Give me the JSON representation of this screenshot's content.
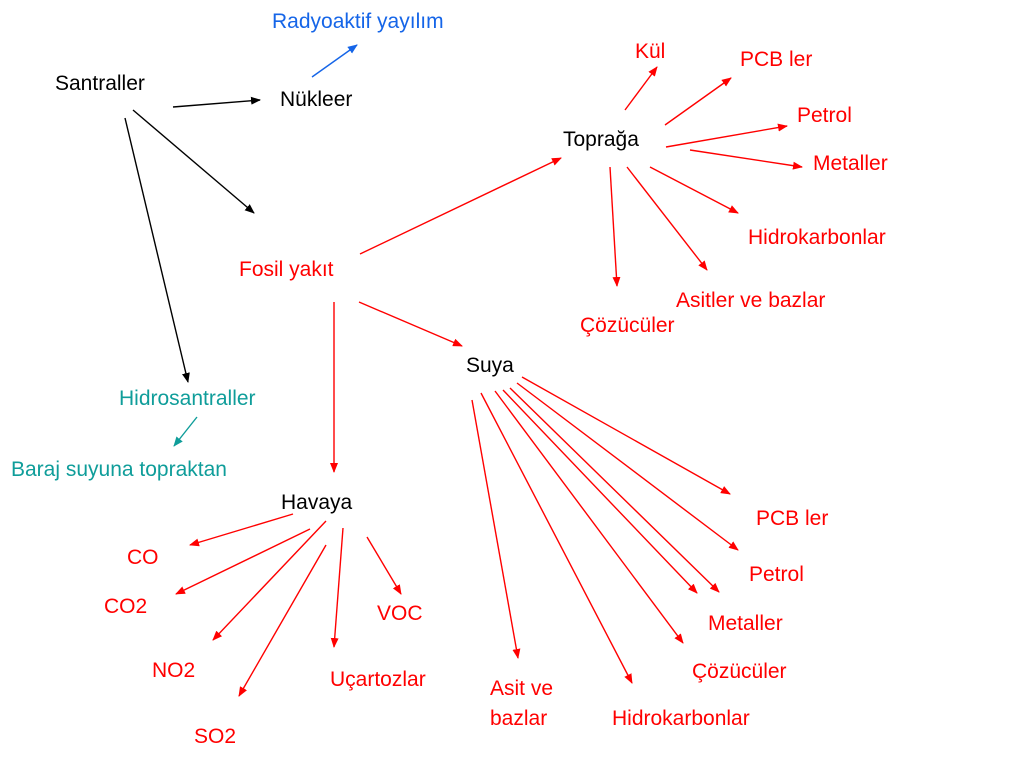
{
  "nodes": {
    "santraller": "Santraller",
    "nukleer": "Nükleer",
    "radyoaktif": "Radyoaktif yayılım",
    "fosil": "Fosil yakıt",
    "hidrosantraller": "Hidrosantraller",
    "baraj": "Baraj suyuna topraktan",
    "topraga": "Toprağa",
    "suya": "Suya",
    "havaya": "Havaya"
  },
  "topraga_items": {
    "kul": "Kül",
    "pcb": "PCB ler",
    "petrol": "Petrol",
    "metaller": "Metaller",
    "hidrokarbonlar": "Hidrokarbonlar",
    "asitler": "Asitler ve bazlar",
    "cozuculer": "Çözücüler"
  },
  "suya_items": {
    "pcb": "PCB ler",
    "petrol": "Petrol",
    "metaller": "Metaller",
    "cozuculer": "Çözücüler",
    "hidrokarbonlar": "Hidrokarbonlar",
    "asit_line1": "Asit ve",
    "asit_line2": "bazlar"
  },
  "havaya_items": {
    "co": "CO",
    "co2": "CO2",
    "no2": "NO2",
    "so2": "SO2",
    "ucartozlar": "Uçartozlar",
    "voc": "VOC"
  },
  "colors": {
    "black": "#000000",
    "red": "#ff0000",
    "blue": "#1565e8",
    "teal": "#0f9d9a"
  }
}
